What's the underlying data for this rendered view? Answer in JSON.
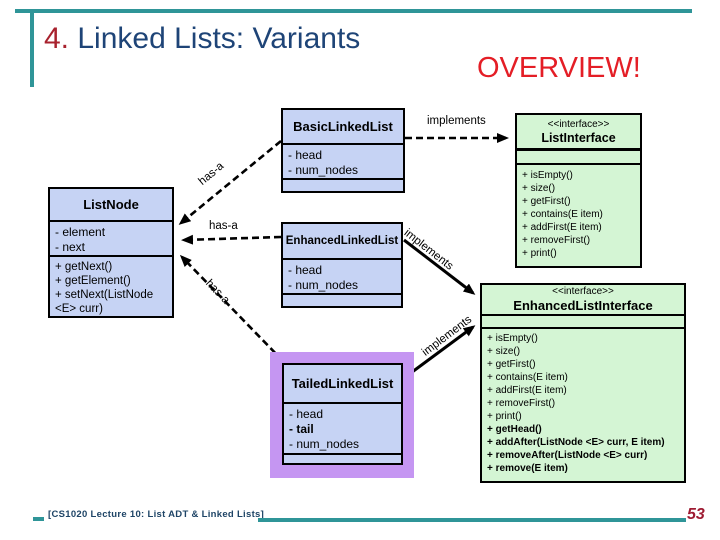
{
  "slide": {
    "title_prefix": "4. ",
    "title": "Linked Lists: Variants",
    "overlay": "OVERVIEW!",
    "footer": "[CS1020 Lecture 10: List ADT & Linked Lists]",
    "page_number": "53"
  },
  "diagram": {
    "classes": {
      "basic": {
        "name": "BasicLinkedList",
        "attributes": [
          "- head",
          "- num_nodes"
        ]
      },
      "listnode": {
        "name": "ListNode",
        "attributes": [
          "- element",
          "- next"
        ],
        "methods": [
          "+ getNext()",
          "+ getElement()",
          "+ setNext(ListNode",
          "<E> curr)"
        ]
      },
      "enhanced": {
        "name": "EnhancedLinkedList",
        "attributes": [
          "- head",
          "- num_nodes"
        ]
      },
      "tailed": {
        "name": "TailedLinkedList",
        "attributes": [
          {
            "text": "- head"
          },
          {
            "text": "- tail",
            "bold": true
          },
          {
            "text": "- num_nodes"
          }
        ]
      }
    },
    "interfaces": {
      "list": {
        "stereotype": "<<interface>>",
        "name": "ListInterface",
        "methods": [
          "+ isEmpty()",
          "+ size()",
          "+ getFirst()",
          "+ contains(E item)",
          "+ addFirst(E item)",
          "+ removeFirst()",
          "+ print()"
        ]
      },
      "enhanced_list": {
        "stereotype": "<<interface>>",
        "name": "EnhancedListInterface",
        "methods": [
          {
            "text": "+ isEmpty()"
          },
          {
            "text": "+ size()"
          },
          {
            "text": "+ getFirst()"
          },
          {
            "text": "+ contains(E item)"
          },
          {
            "text": "+ addFirst(E item)"
          },
          {
            "text": "+ removeFirst()"
          },
          {
            "text": "+ print()"
          },
          {
            "text": "+ getHead()",
            "bold": true
          },
          {
            "text": "+ addAfter(ListNode <E> curr, E item)",
            "bold": true
          },
          {
            "text": "+ removeAfter(ListNode <E> curr)",
            "bold": true
          },
          {
            "text": "+ remove(E item)",
            "bold": true
          }
        ]
      }
    },
    "relations": {
      "implements_basic": "implements",
      "implements_enhanced": "implements",
      "implements_tailed": "implements",
      "hasa_basic": "has-a",
      "hasa_enhanced": "has-a",
      "hasa_tailed": "has-a"
    }
  },
  "colors": {
    "accent_teal": "#2f9598",
    "title_blue": "#1e4477",
    "title_red": "#a8222e",
    "overview_red": "#e41e26",
    "class_fill": "#c6d3f4",
    "interface_fill": "#d4f5d4",
    "highlight_purple": "#c596f2",
    "footer_blue": "#1e4466",
    "page_number_red": "#9e1b32"
  }
}
